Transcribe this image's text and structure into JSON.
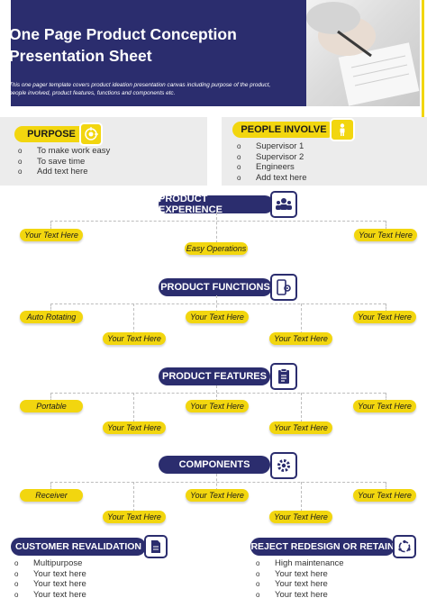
{
  "header": {
    "title_line1": "One Page Product Conception",
    "title_line2": "Presentation Sheet",
    "description": "This one pager template covers product ideation presentation canvas including purpose of the product, people involved, product features, functions and components etc."
  },
  "purpose": {
    "label": "PURPOSE",
    "icon": "target-icon",
    "items": [
      "To make work easy",
      "To save time",
      "Add text here"
    ]
  },
  "people": {
    "label": "PEOPLE INVOLVE",
    "icon": "people-icon",
    "items": [
      "Supervisor 1",
      "Supervisor 2",
      "Engineers",
      "Add text here"
    ]
  },
  "experience": {
    "label": "PRODUCT EXPERIENCE",
    "icon": "users-icon",
    "items": [
      "Your Text Here",
      "Easy Operations",
      "Your Text Here"
    ]
  },
  "functions": {
    "label": "PRODUCT FUNCTIONS",
    "icon": "device-gear-icon",
    "items": [
      "Auto Rotating",
      "Your Text Here",
      "Your Text Here",
      "Your Text Here",
      "Your Text Here"
    ]
  },
  "features": {
    "label": "PRODUCT FEATURES",
    "icon": "checklist-icon",
    "items": [
      "Portable",
      "Your Text Here",
      "Your Text Here",
      "Your Text Here",
      "Your Text Here"
    ]
  },
  "components": {
    "label": "COMPONENTS",
    "icon": "gear-icon",
    "items": [
      "Receiver",
      "Your Text Here",
      "Your Text Here",
      "Your Text Here",
      "Your Text Here"
    ]
  },
  "revalidation": {
    "label": "CUSTOMER REVALIDATION",
    "icon": "document-icon",
    "items": [
      "Multipurpose",
      "Your text here",
      "Your text here",
      "Your text here"
    ]
  },
  "reject": {
    "label": "REJECT REDESIGN OR RETAIN",
    "icon": "cycle-icon",
    "items": [
      "High maintenance",
      "Your text here",
      "Your text here",
      "Your text here"
    ]
  },
  "colors": {
    "navy": "#2b2d6e",
    "yellow": "#f2d60f",
    "gray": "#ececec"
  }
}
